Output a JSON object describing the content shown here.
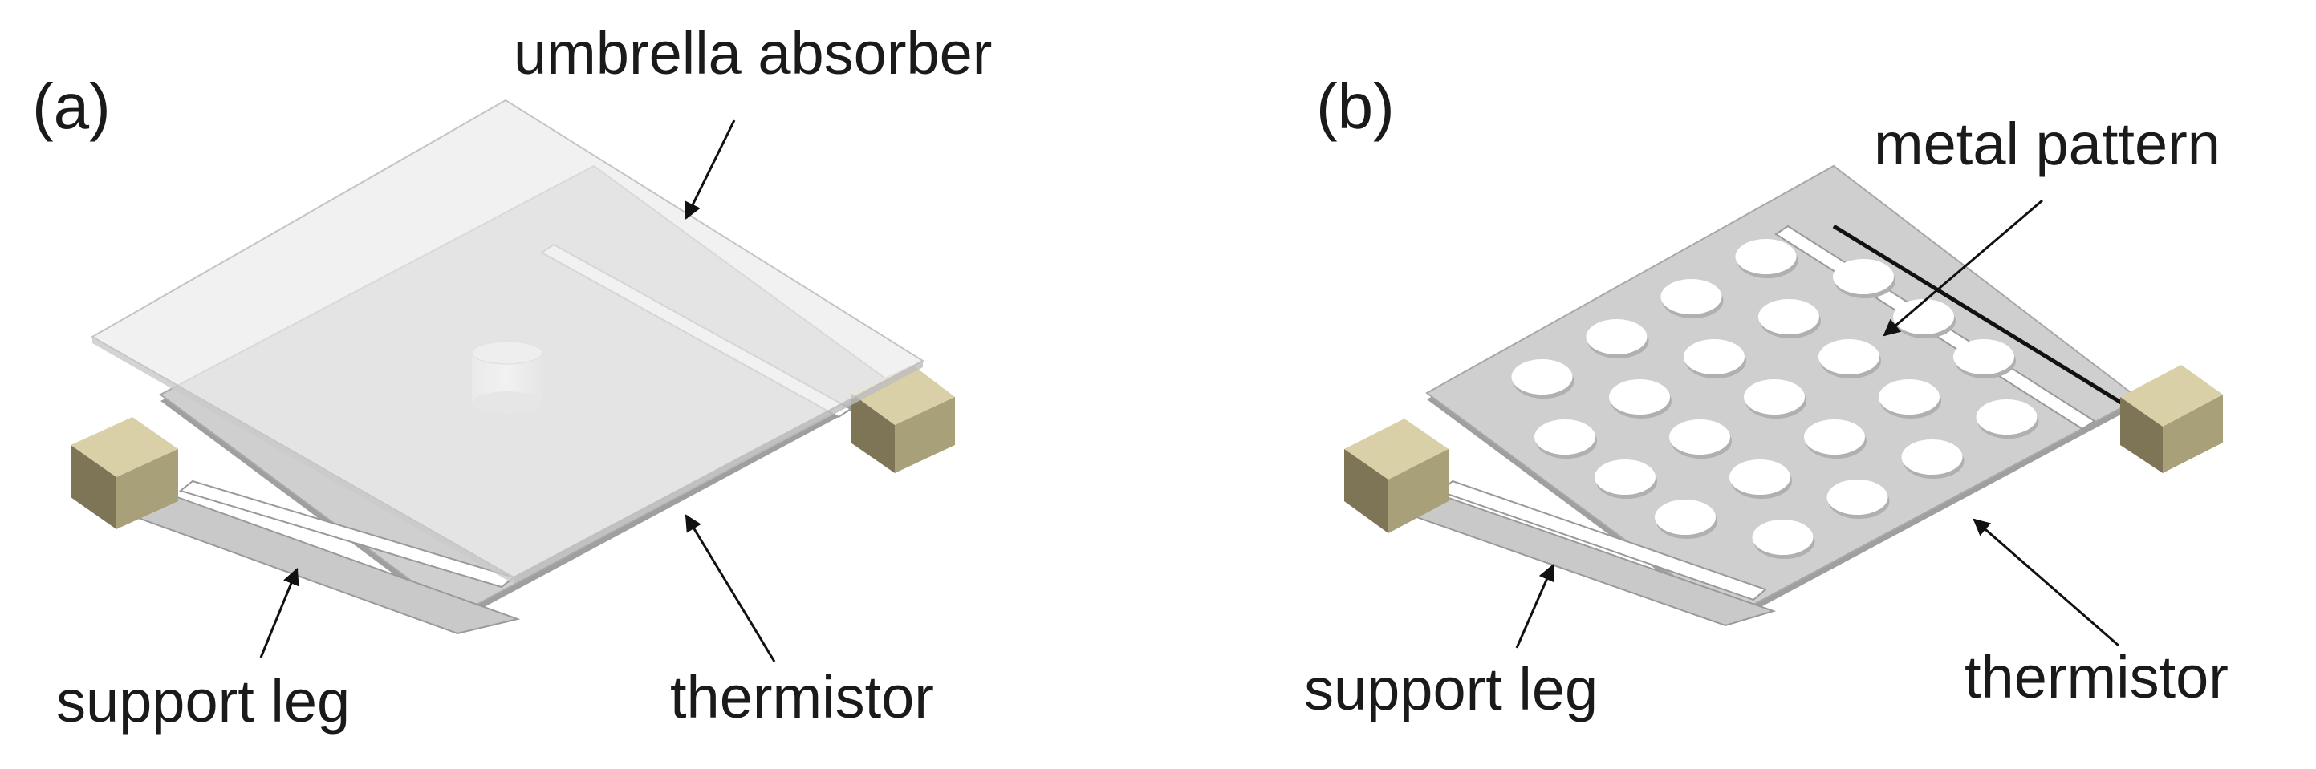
{
  "panel_a": {
    "label": "(a)",
    "callouts": {
      "umbrella_absorber": "umbrella absorber",
      "support_leg": "support leg",
      "thermistor": "thermistor"
    }
  },
  "panel_b": {
    "label": "(b)",
    "callouts": {
      "metal_pattern": "metal pattern",
      "support_leg": "support leg",
      "thermistor": "thermistor"
    }
  },
  "colors": {
    "plate": "#cfcfcf",
    "plate_edge": "#9a9a9a",
    "absorber": "#ececec",
    "contact_top": "#d9d0a8",
    "contact_side": "#7d7555",
    "metal_disc": "#ffffff"
  },
  "metal_pattern_rows": [
    4,
    5,
    5,
    5,
    4
  ]
}
